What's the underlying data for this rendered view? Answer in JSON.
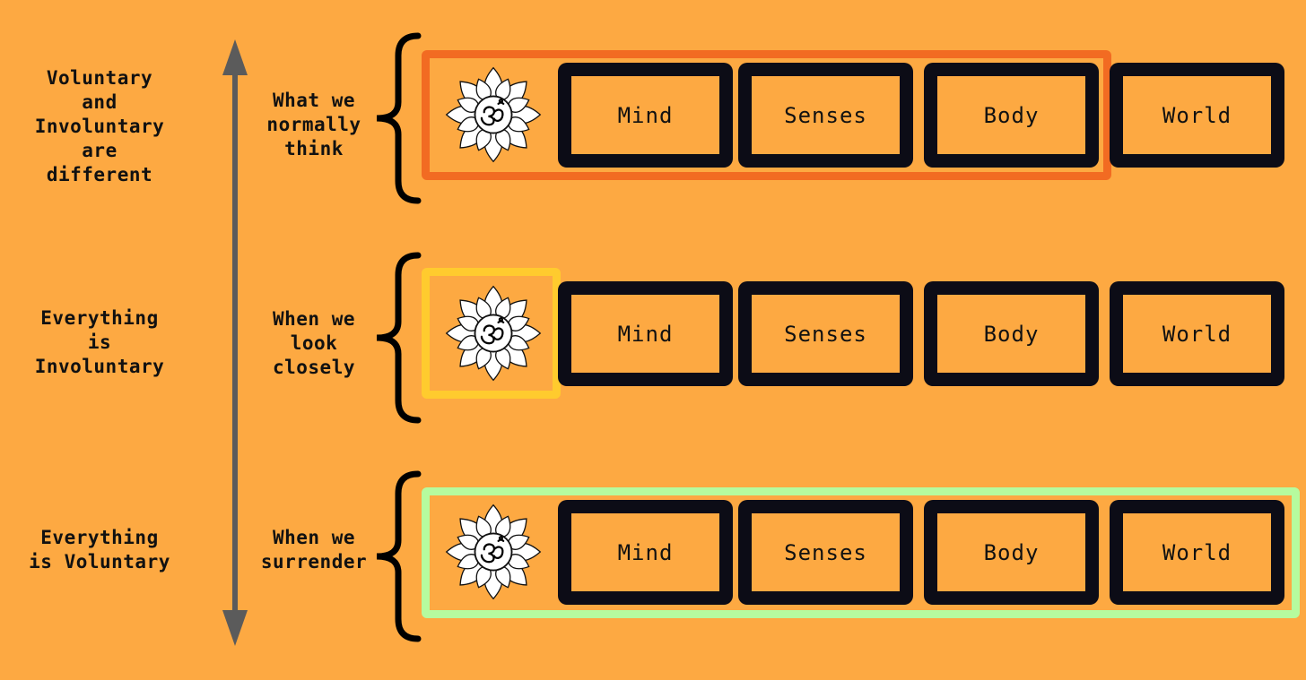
{
  "axis": {
    "labels": [
      "Voluntary\nand\nInvoluntary\nare\ndifferent",
      "Everything\nis\nInvoluntary",
      "Everything\nis Voluntary"
    ]
  },
  "rows": [
    {
      "label": "What we\nnormally\nthink",
      "highlight_color": "#F26B22",
      "boxes": [
        "Mind",
        "Senses",
        "Body",
        "World"
      ],
      "icon": "om-lotus-icon"
    },
    {
      "label": "When we\nlook\nclosely",
      "highlight_color": "#FFCB2E",
      "boxes": [
        "Mind",
        "Senses",
        "Body",
        "World"
      ],
      "icon": "om-lotus-icon"
    },
    {
      "label": "When we\nsurrender",
      "highlight_color": "#B6FB9E",
      "boxes": [
        "Mind",
        "Senses",
        "Body",
        "World"
      ],
      "icon": "om-lotus-icon"
    }
  ],
  "colors": {
    "background": "#FDA942",
    "box_border": "#0c0c16",
    "axis": "#5b5b5b"
  }
}
